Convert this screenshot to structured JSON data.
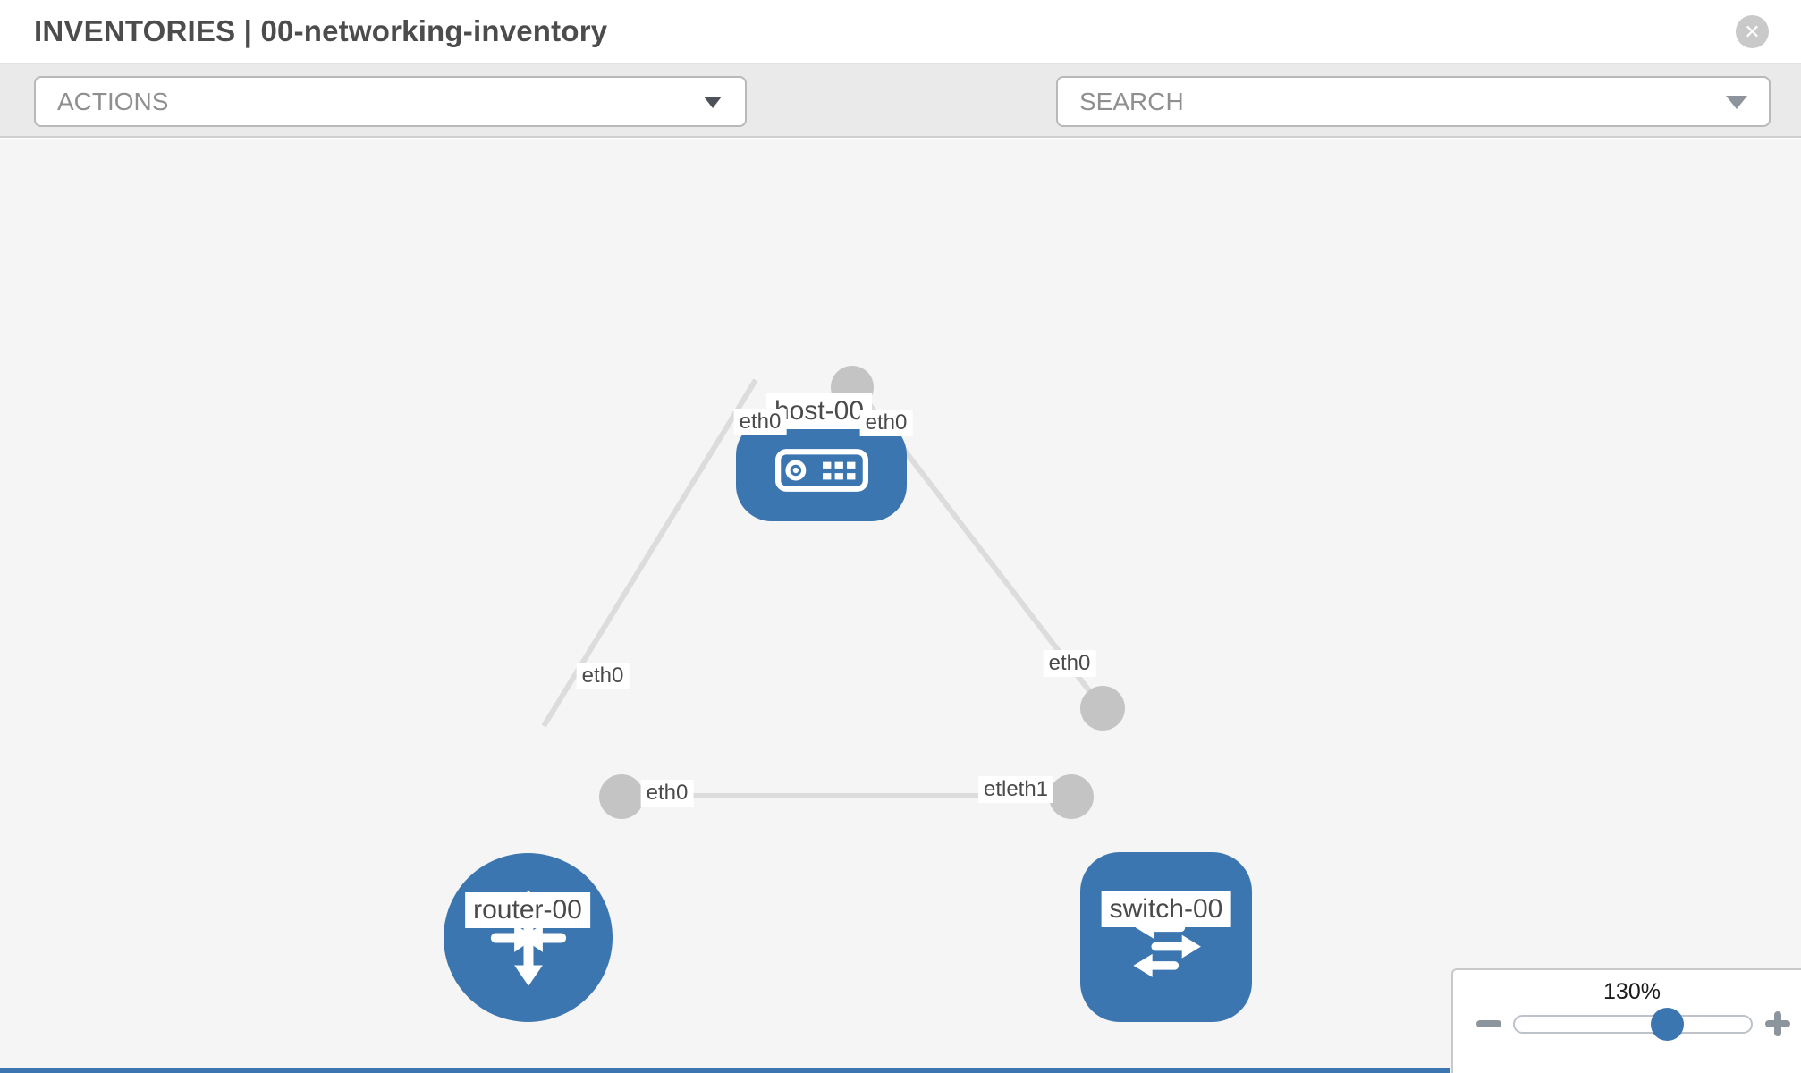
{
  "header": {
    "title": "INVENTORIES | 00-networking-inventory",
    "close_glyph": "✕"
  },
  "toolbar": {
    "actions_placeholder": "ACTIONS",
    "search_placeholder": "SEARCH",
    "icon_names": [
      "wrench-icon",
      "key-icon"
    ]
  },
  "topology": {
    "nodes": [
      {
        "name": "host-00",
        "type": "host",
        "shape": "rounded-rect",
        "icon": "server-icon"
      },
      {
        "name": "router-00",
        "type": "router",
        "shape": "circle",
        "icon": "router-arrows-icon"
      },
      {
        "name": "switch-00",
        "type": "switch",
        "shape": "rounded-square",
        "icon": "switch-arrows-icon"
      }
    ],
    "links": [
      {
        "from": "router-00",
        "to": "host-00"
      },
      {
        "from": "host-00",
        "to": "switch-00"
      },
      {
        "from": "router-00",
        "to": "switch-00"
      }
    ],
    "interfaces": [
      {
        "text": "eth0",
        "at": "host-left"
      },
      {
        "text": "eth0",
        "at": "host-right"
      },
      {
        "text": "eth0",
        "at": "router-top"
      },
      {
        "text": "eth0",
        "at": "switch-top"
      },
      {
        "text": "eth0",
        "at": "router-right"
      },
      {
        "text": "etleth1",
        "at": "switch-left"
      }
    ]
  },
  "zoom_control": {
    "value": "130%",
    "percent": 130,
    "minus_glyph": "−",
    "plus_glyph": "+"
  },
  "colors": {
    "node_blue": "#3b76b0",
    "link_gray": "#dcdcdc",
    "connector_gray": "#c4c4c4",
    "toolbar_bg": "#eaeaea",
    "canvas_bg": "#f5f5f5",
    "icon_slate": "#6e7e8e"
  }
}
